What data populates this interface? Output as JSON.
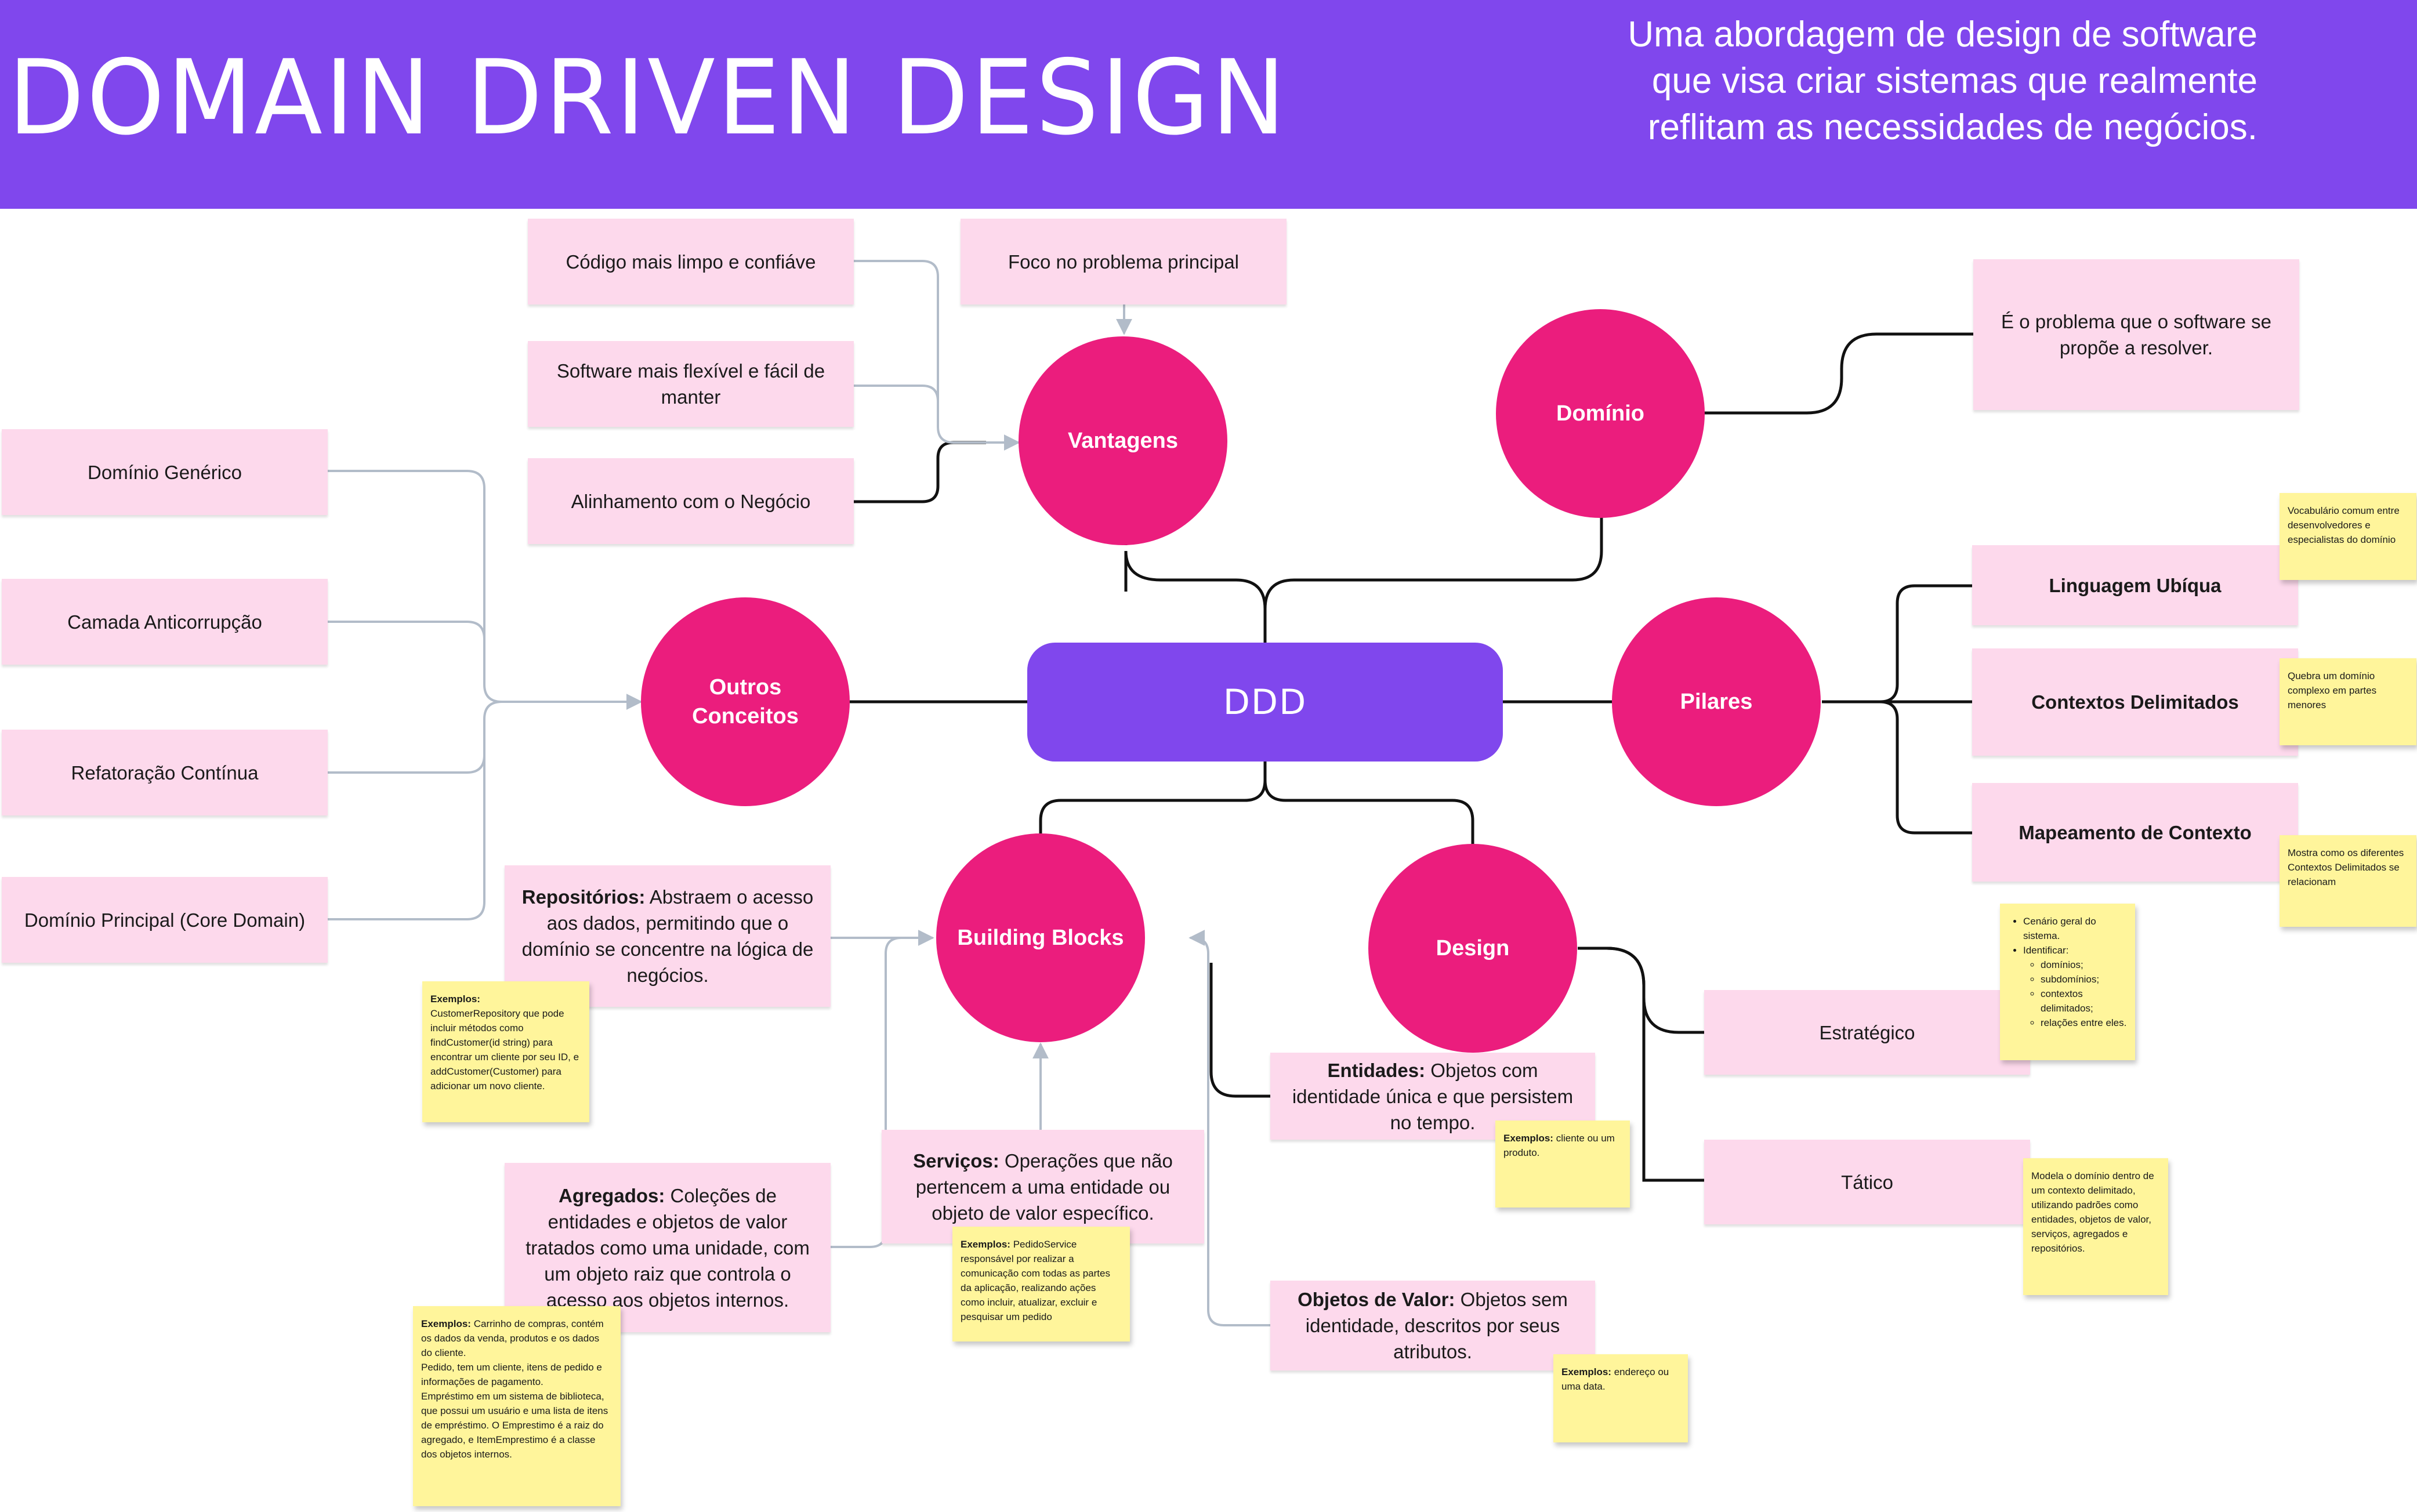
{
  "header": {
    "title": "DOMAIN DRIVEN DESIGN",
    "subtitle": "Uma abordagem de design de software que visa criar sistemas que realmente reflitam as necessidades de negócios."
  },
  "center": {
    "label": "DDD"
  },
  "nodes": {
    "vantagens": "Vantagens",
    "dominio": "Domínio",
    "outros_conceitos": "Outros Conceitos",
    "pilares": "Pilares",
    "building_blocks": "Building Blocks",
    "design": "Design"
  },
  "vantagens_items": {
    "codigo": "Código mais limpo e confiáve",
    "software": "Software mais flexível e fácil de manter",
    "alinhamento": "Alinhamento com o Negócio",
    "foco": "Foco no problema principal"
  },
  "dominio_desc": "É  o problema que o software se propõe a resolver.",
  "outros_items": {
    "generico": "Domínio Genérico",
    "anticorrupcao": "Camada Anticorrupção",
    "refatoracao": "Refatoração Contínua",
    "principal": "Domínio Principal (Core Domain)"
  },
  "pilares_items": {
    "linguagem": "Linguagem Ubíqua",
    "contextos": "Contextos Delimitados",
    "mapeamento": "Mapeamento de Contexto"
  },
  "pilares_notes": {
    "linguagem": "Vocabulário comum entre desenvolvedores e especialistas do domínio",
    "contextos": "Quebra um domínio complexo em partes menores",
    "mapeamento": "Mostra como os diferentes Contextos Delimitados se relacionam"
  },
  "building_blocks": {
    "repositorios": {
      "term": "Repositórios:",
      "desc": " Abstraem o acesso aos dados, permitindo que o domínio se concentre na lógica de negócios."
    },
    "agregados": {
      "term": "Agregados:",
      "desc": " Coleções de entidades e objetos de valor tratados como uma unidade, com um objeto raiz que controla o acesso aos objetos internos."
    },
    "servicos": {
      "term": "Serviços:",
      "desc": " Operações que não pertencem a uma entidade ou objeto de valor específico."
    },
    "entidades": {
      "term": "Entidades:",
      "desc": " Objetos com identidade única e que persistem no tempo."
    },
    "objetos_valor": {
      "term": "Objetos de Valor:",
      "desc": " Objetos sem identidade, descritos por seus atributos."
    }
  },
  "examples": {
    "label": "Exemplos:",
    "repositorios": "CustomerRepository que pode incluir métodos como findCustomer(id string) para encontrar um cliente por seu ID, e addCustomer(Customer) para adicionar um novo cliente.",
    "agregados_1": " Carrinho de compras, contém os dados da venda, produtos e os dados do cliente.",
    "agregados_2": "Pedido, tem um cliente, itens de pedido e informações de pagamento.",
    "agregados_3": "Empréstimo em um sistema de biblioteca, que possui um usuário e uma lista de itens de empréstimo. O Emprestimo é a raiz do agregado, e ItemEmprestimo é a classe dos objetos internos.",
    "servicos": " PedidoService responsável por realizar a comunicação com todas as partes da aplicação, realizando ações como incluir, atualizar, excluir e pesquisar um pedido",
    "entidades": " cliente ou um produto.",
    "objetos_valor": " endereço ou uma data."
  },
  "design_items": {
    "estrategico": "Estratégico",
    "tatico": "Tático"
  },
  "design_notes": {
    "estrategico": {
      "item1": "Cenário geral do sistema.",
      "item2": "Identificar:",
      "sub": [
        "domínios;",
        "subdomínios;",
        "contextos delimitados;",
        "relações entre eles."
      ]
    },
    "tatico": "Modela o domínio dentro de um contexto delimitado, utilizando padrões como entidades, objetos de valor, serviços, agregados e repositórios."
  },
  "colors": {
    "purple": "#8047ed",
    "magenta": "#eb1d7d",
    "pink_note": "#fdd9ec",
    "yellow_note": "#fff59b",
    "line_dark": "#111111",
    "line_grey": "#b2bcc9"
  }
}
